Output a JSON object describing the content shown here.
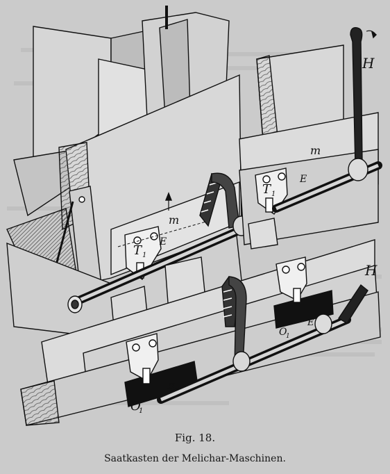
{
  "figure": {
    "number_label": "Fig. 18.",
    "caption": "Saatkasten der Melichar-Maschinen."
  },
  "labels": {
    "handle_top": "H",
    "handle_bottom": "H",
    "letter_m": "m",
    "letter_e": "E",
    "letter_t": "T",
    "letter_o": "O",
    "subscript_1": "1"
  }
}
